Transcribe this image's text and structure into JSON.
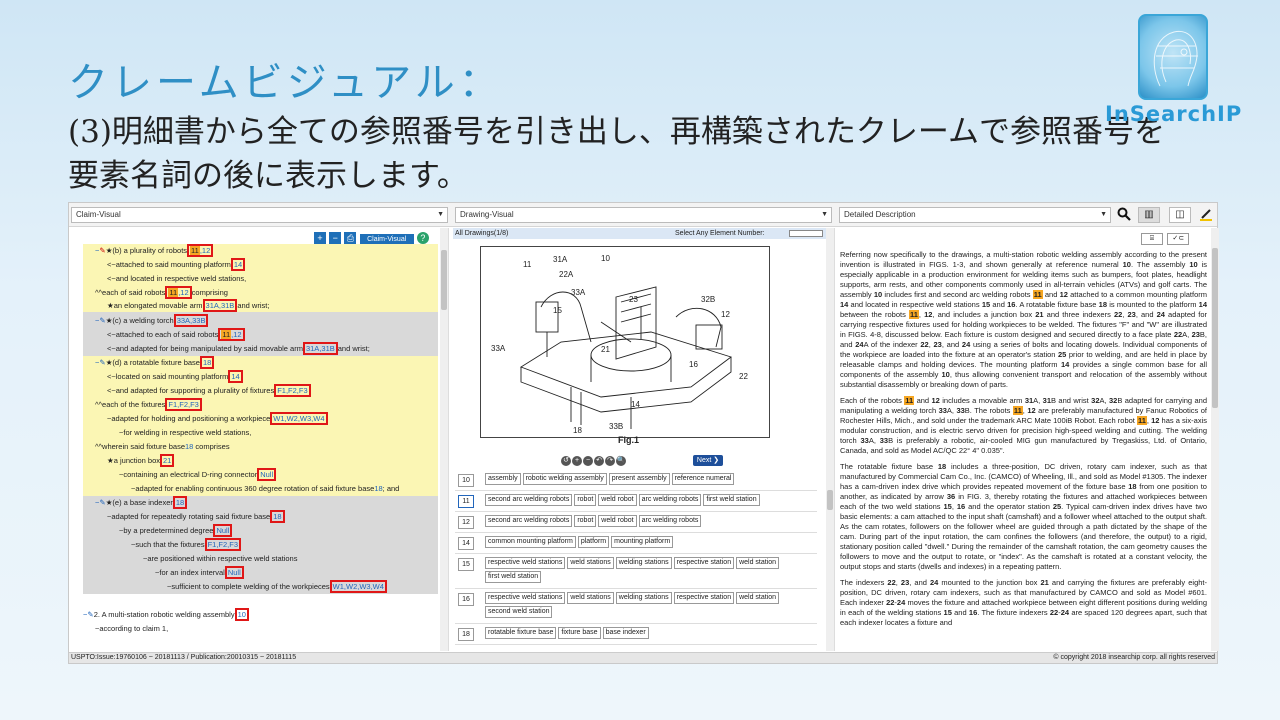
{
  "slide": {
    "title": "クレームビジュアル：",
    "subtitle": "(3)明細書から全ての参照番号を引き出し、再構築されたクレームで参照番号を要素名詞の後に表示します。",
    "logo_text": "InSearchIP"
  },
  "toolbar": {
    "claim_select": "Claim-Visual",
    "drawing_select": "Drawing-Visual",
    "desc_select": "Detailed Description"
  },
  "claim_tools": {
    "plus": "+",
    "minus": "−",
    "print": "⎙",
    "label": "Claim-Visual",
    "help": "?"
  },
  "claims": {
    "l1": [
      "−",
      "✎",
      "★(b) a plurality of robots",
      "11",
      ",12",
      ""
    ],
    "l2": [
      "<~attached to said mounting platform",
      "14",
      ""
    ],
    "l3": "<~and located in respective weld stations,",
    "l4": [
      "^^each of said robots",
      "11",
      ",12",
      "comprising"
    ],
    "l5": [
      "★an elongated movable arm",
      "31A,31B",
      "and wrist;"
    ],
    "l6": [
      "−",
      "✎",
      "★(c) a welding torch",
      "33A,33B",
      ""
    ],
    "l7": [
      "<~attached to each of said robots",
      "11",
      ",12",
      ""
    ],
    "l8": [
      "<~and adapted for being manipulated by said movable arm",
      "31A,31B",
      "and wrist;"
    ],
    "l9": [
      "−",
      "✎",
      "★(d) a rotatable fixture base",
      "18",
      ""
    ],
    "l10": [
      "<~located on said mounting platform",
      "14",
      ""
    ],
    "l11": [
      "<~and adapted for supporting a plurality of fixtures",
      "F1,F2,F3",
      ""
    ],
    "l12": [
      "^^each of the fixtures",
      "F1,F2,F3",
      ""
    ],
    "l13": [
      "~adapted for holding and positioning a workpiece",
      "W1,W2,W3,W4",
      ""
    ],
    "l14": "~for welding in respective weld stations,",
    "l15": [
      "^^wherein said fixture base",
      "18",
      " comprises"
    ],
    "l16": [
      "★a junction box",
      "21",
      ""
    ],
    "l17": [
      "~containing an electrical D-ring connector",
      "Null",
      ""
    ],
    "l18": [
      "~adapted for enabling continuous 360 degree rotation of said fixture base",
      "18",
      "; and"
    ],
    "l19": [
      "−",
      "✎",
      "★(e) a base indexer",
      "18",
      ""
    ],
    "l20": [
      "~adapted for repeatedly rotating said fixture base",
      "18",
      ""
    ],
    "l21": [
      "~by a predetermined degree",
      "Null",
      ""
    ],
    "l22": [
      "~such that the fixtures",
      "F1,F2,F3",
      ""
    ],
    "l23": "~are positioned within respective weld stations",
    "l24": [
      "~for an index interval",
      "Null",
      ""
    ],
    "l25": [
      "~sufficient to complete welding of the workpieces",
      "W1,W2,W3,W4",
      ""
    ],
    "l26": [
      "−",
      "✎",
      "2. A multi-station robotic welding assembly",
      "10",
      ""
    ],
    "l27": "~according to claim 1,"
  },
  "drawing": {
    "header": "All Drawings(1/8)",
    "select_label": "Select Any Element Number:",
    "fig_label": "Fig.1",
    "controls": [
      "↺",
      "+",
      "−",
      "↶",
      "↷",
      "🔍"
    ],
    "next": "Next"
  },
  "refs": [
    {
      "num": "10",
      "terms": [
        "assembly",
        "robotic welding assembly",
        "present assembly",
        "reference numeral"
      ]
    },
    {
      "num": "11",
      "terms": [
        "second arc welding robots",
        "robot",
        "weld robot",
        "arc welding robots",
        "first weld station"
      ]
    },
    {
      "num": "12",
      "terms": [
        "second arc welding robots",
        "robot",
        "weld robot",
        "arc welding robots"
      ]
    },
    {
      "num": "14",
      "terms": [
        "common mounting platform",
        "platform",
        "mounting platform"
      ]
    },
    {
      "num": "15",
      "terms": [
        "respective weld stations",
        "weld stations",
        "welding stations",
        "respective station",
        "weld station",
        "first weld station"
      ]
    },
    {
      "num": "16",
      "terms": [
        "respective weld stations",
        "weld stations",
        "welding stations",
        "respective station",
        "weld station",
        "second weld station"
      ]
    },
    {
      "num": "18",
      "terms": [
        "rotatable fixture base",
        "fixture base",
        "base indexer"
      ]
    }
  ],
  "desc_tools": [
    "⌸",
    "✓⊂"
  ],
  "description": {
    "p1a": "Referring now specifically to the drawings, a multi-station robotic welding assembly according to the present invention is illustrated in FIGS. 1-3, and shown generally at reference numeral ",
    "p1b": "10",
    "p1c": ". The assembly ",
    "p1d": "10",
    "p1e": " is especially applicable in a production environment for welding items such as bumpers, foot plates, headlight supports, arm rests, and other components commonly used in all-terrain vehicles (ATVs) and golf carts. The assembly ",
    "p1f": "10",
    "p1g": " includes first and second arc welding robots ",
    "p1h": "11",
    "p1i": " and ",
    "p1j": "12",
    "p1k": " attached to a common mounting platform ",
    "p1l": "14",
    "p1m": " and located in respective weld stations ",
    "p1n": "15",
    "p1o": " and ",
    "p1p": "16",
    "p1q": ". A rotatable fixture base ",
    "p1r": "18",
    "p1s": " is mounted to the platform ",
    "p1t": "14",
    "p1u": " between the robots ",
    "p1v": "11",
    "p1w": ", ",
    "p1x": "12",
    "p1y": ", and includes a junction box ",
    "p1z": "21",
    "p1aa": " and three indexers ",
    "p1ab": "22",
    "p1ac": ", ",
    "p1ad": "23",
    "p1ae": ", and ",
    "p1af": "24",
    "p1ag": " adapted for carrying respective fixtures used for holding workpieces to be welded. The fixtures \"F\" and \"W\" are illustrated in FIGS. 4-8, discussed below. Each fixture is custom designed and secured directly to a face plate ",
    "p1ah": "22",
    "p1ai": "A, ",
    "p1aj": "23",
    "p1ak": "B, and ",
    "p1al": "24",
    "p1am": "A of the indexer ",
    "p1an": "22",
    "p1ao": ", ",
    "p1ap": "23",
    "p1aq": ", and ",
    "p1ar": "24",
    "p1as": " using a series of bolts and locating dowels. Individual components of the workpiece are loaded into the fixture at an operator's station ",
    "p1at": "25",
    "p1au": " prior to welding, and are held in place by releasable clamps and holding devices. The mounting platform ",
    "p1av": "14",
    "p1aw": " provides a single common base for all components of the assembly ",
    "p1ax": "10",
    "p1ay": ", thus allowing convenient transport and relocation of the assembly without substantial disassembly or breaking down of parts.",
    "p2a": "Each of the robots ",
    "p2b": "11",
    "p2c": " and ",
    "p2d": "12",
    "p2e": " includes a movable arm ",
    "p2f": "31",
    "p2g": "A, ",
    "p2h": "31",
    "p2i": "B and wrist ",
    "p2j": "32",
    "p2k": "A, ",
    "p2l": "32",
    "p2m": "B adapted for carrying and manipulating a welding torch ",
    "p2n": "33",
    "p2o": "A, ",
    "p2p": "33",
    "p2q": "B. The robots ",
    "p2r": "11",
    "p2s": ", ",
    "p2t": "12",
    "p2u": " are preferably manufactured by Fanuc Robotics of Rochester Hills, Mich., and sold under the trademark ARC Mate 100iB Robot. Each robot ",
    "p2v": "11",
    "p2w": ", ",
    "p2x": "12",
    "p2y": " has a six-axis modular construction, and is electric servo driven for precision high-speed welding and cutting. The welding torch ",
    "p2z": "33",
    "p2aa": "A, ",
    "p2ab": "33",
    "p2ac": "B is preferably a robotic, air-cooled MIG gun manufactured by Tregaskiss, Ltd. of Ontario, Canada, and sold as Model AC/QC 22° 4\" 0.035\".",
    "p3a": "The rotatable fixture base ",
    "p3b": "18",
    "p3c": " includes a three-position, DC driven, rotary cam indexer, such as that manufactured by Commercial Cam Co., Inc. (CAMCO) of Wheeling, Ill., and sold as Model #1305. The indexer has a cam-driven index drive which provides repeated movement of the fixture base ",
    "p3d": "18",
    "p3e": " from one position to another, as indicated by arrow ",
    "p3f": "36",
    "p3g": " in FIG. 3, thereby rotating the fixtures and attached workpieces between each of the two weld stations ",
    "p3h": "15",
    "p3i": ", ",
    "p3j": "16",
    "p3k": " and the operator station ",
    "p3l": "25",
    "p3m": ". Typical cam-driven index drives have two basic elements: a cam attached to the input shaft (camshaft) and a follower wheel attached to the output shaft. As the cam rotates, followers on the follower wheel are guided through a path dictated by the shape of the cam. During part of the input rotation, the cam confines the followers (and therefore, the output) to a rigid, stationary position called \"dwell.\" During the remainder of the camshaft rotation, the cam geometry causes the followers to move and the output to rotate, or \"index\". As the camshaft is rotated at a constant velocity, the output stops and starts (dwells and indexes) in a repeating pattern.",
    "p4a": "The indexers ",
    "p4b": "22",
    "p4c": ", ",
    "p4d": "23",
    "p4e": ", and ",
    "p4f": "24",
    "p4g": " mounted to the junction box ",
    "p4h": "21",
    "p4i": " and carrying the fixtures are preferably eight-position, DC driven, rotary cam indexers, such as that manufactured by CAMCO and sold as Model #601. Each indexer ",
    "p4j": "22",
    "p4k": "-",
    "p4l": "24",
    "p4m": " moves the fixture and attached workpiece between eight different positions during welding in each of the welding stations ",
    "p4n": "15",
    "p4o": " and ",
    "p4p": "16",
    "p4q": ". The fixture indexers ",
    "p4r": "22",
    "p4s": "-",
    "p4t": "24",
    "p4u": " are spaced 120 degrees apart, such that each indexer locates a fixture and"
  },
  "status": {
    "left": "USPTO:Issue:19760106 ~ 20181113 / Publication:20010315 ~ 20181115",
    "right": "© copyright 2018 insearchip corp. all rights reserved"
  }
}
